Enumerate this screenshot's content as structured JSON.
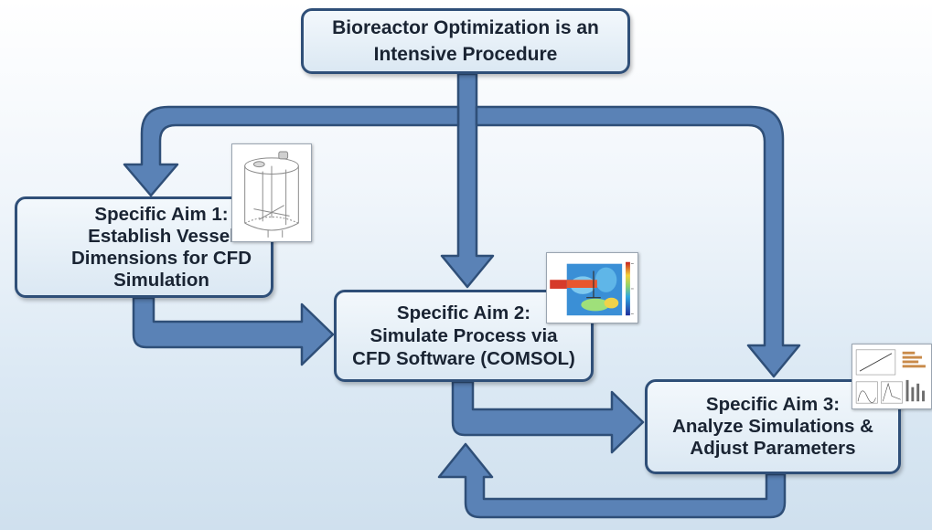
{
  "diagram": {
    "top_box": {
      "line1": "Bioreactor Optimization is an",
      "line2": "Intensive Procedure"
    },
    "aim1": {
      "line1": "Specific Aim 1:",
      "line2": "Establish Vessel",
      "line3": "Dimensions for CFD",
      "line4": "Simulation"
    },
    "aim2": {
      "line1": "Specific Aim 2:",
      "line2": "Simulate Process via",
      "line3": "CFD Software (COMSOL)"
    },
    "aim3": {
      "line1": "Specific Aim 3:",
      "line2": "Analyze Simulations &",
      "line3": "Adjust Parameters"
    }
  },
  "colors": {
    "arrow_fill": "#5a82b6",
    "arrow_stroke": "#2f4f78",
    "box_border": "#2f4f78",
    "text": "#1a2433"
  },
  "icons": {
    "vessel": "bioreactor-vessel-3d-thumbnail",
    "cfd": "cfd-velocity-heatmap-thumbnail",
    "plots": "analysis-plots-thumbnail"
  }
}
